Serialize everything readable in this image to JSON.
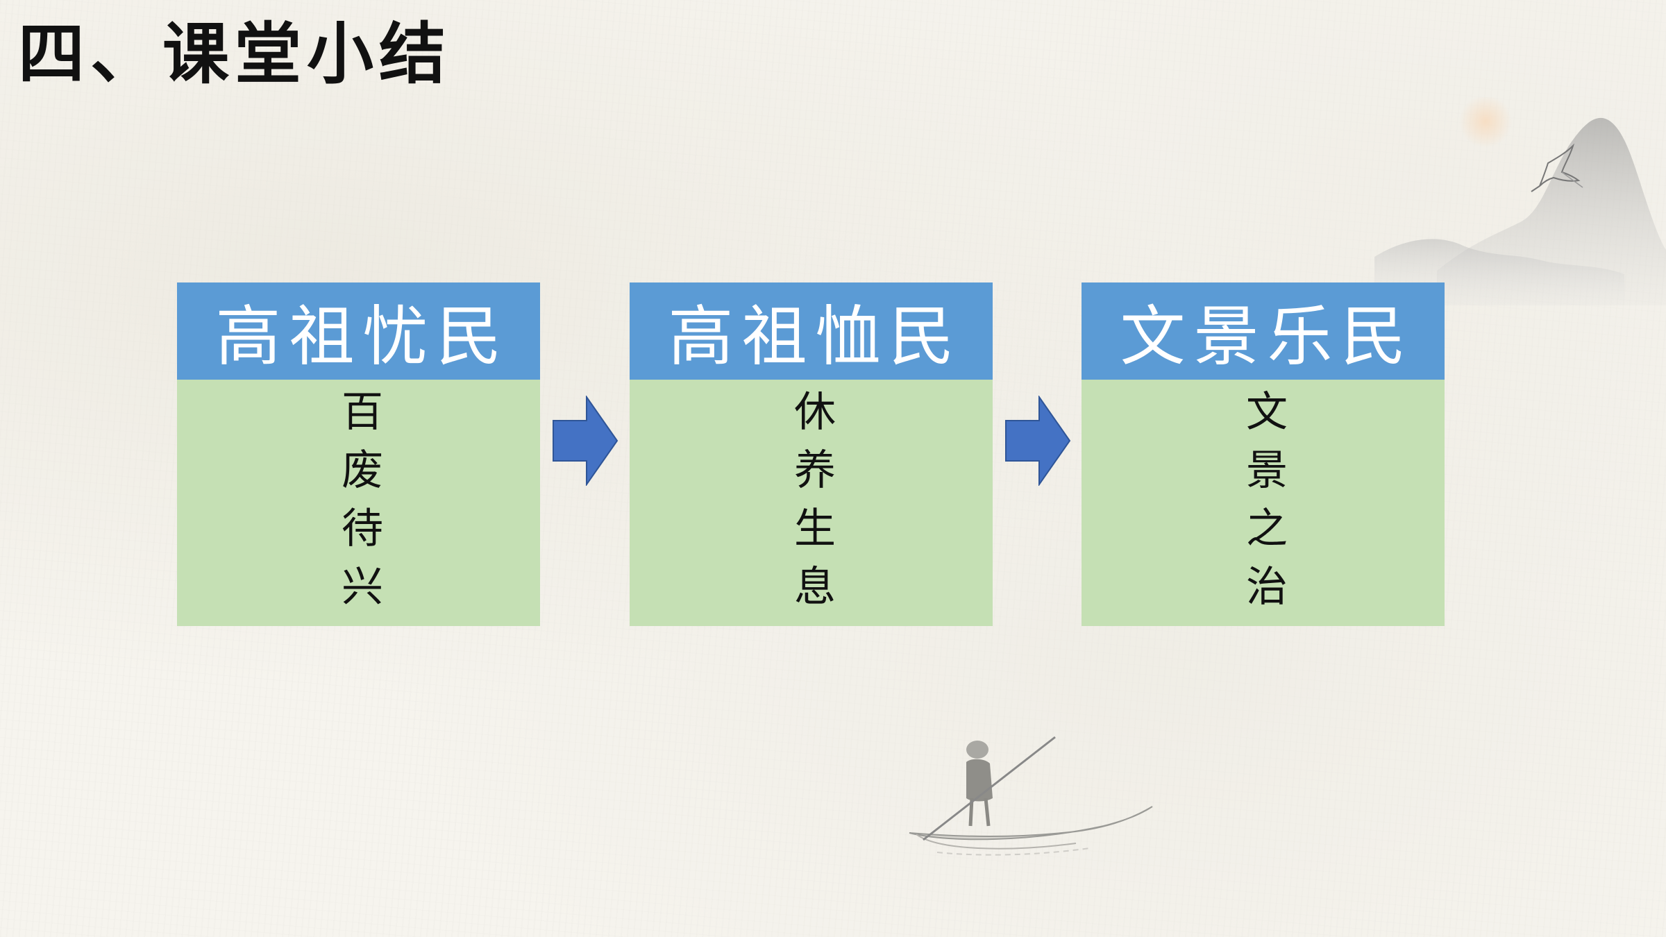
{
  "slide": {
    "title": "四、课堂小结"
  },
  "cards": [
    {
      "header": "高祖忧民",
      "body": "百废待兴"
    },
    {
      "header": "高祖恤民",
      "body": "休养生息"
    },
    {
      "header": "文景乐民",
      "body": "文景之治"
    }
  ],
  "colors": {
    "header_blue": "#5b9bd5",
    "body_green": "#c5e0b4",
    "arrow_blue": "#4472c4",
    "background": "#f6f4ee"
  },
  "icons": {
    "arrow": "right-arrow-icon",
    "mountain": "ink-mountain-crane-icon",
    "boat": "ink-fishing-boat-icon"
  }
}
